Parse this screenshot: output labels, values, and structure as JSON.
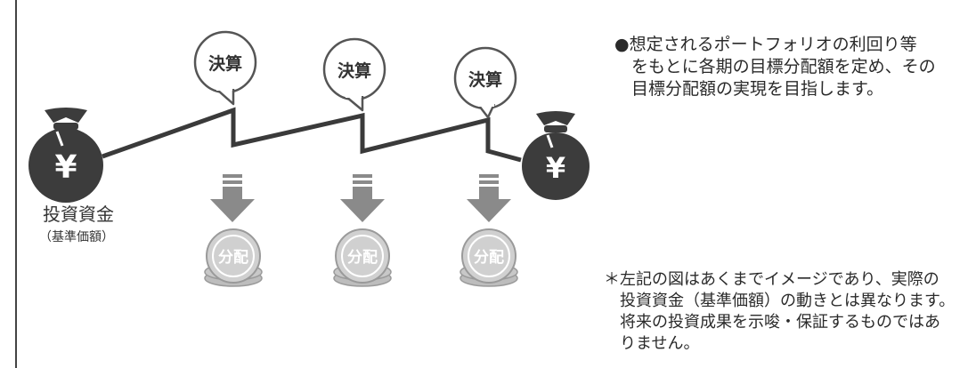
{
  "labels": {
    "investment_funds": "投資資金",
    "base_price": "（基準価額）",
    "settlement": "決算",
    "distribution": "分配",
    "yen": "¥"
  },
  "notes": {
    "main": "●想定されるポートフォリオの利回り等\n　をもとに各期の目標分配額を定め、その\n　目標分配額の実現を目指します。",
    "disclaimer": "＊左記の図はあくまでイメージであり、実際の\n　投資資金（基準価額）の動きとは異なります。\n　将来の投資成果を示唆・保証するものではあ\n　りません。"
  },
  "colors": {
    "bag": "#3c3c3c",
    "line": "#3a3a3a",
    "arrow": "#8a8a8a",
    "coin": "#c8c8c8",
    "coin_edge": "#9a9a9a",
    "bubble_stroke": "#555555"
  }
}
